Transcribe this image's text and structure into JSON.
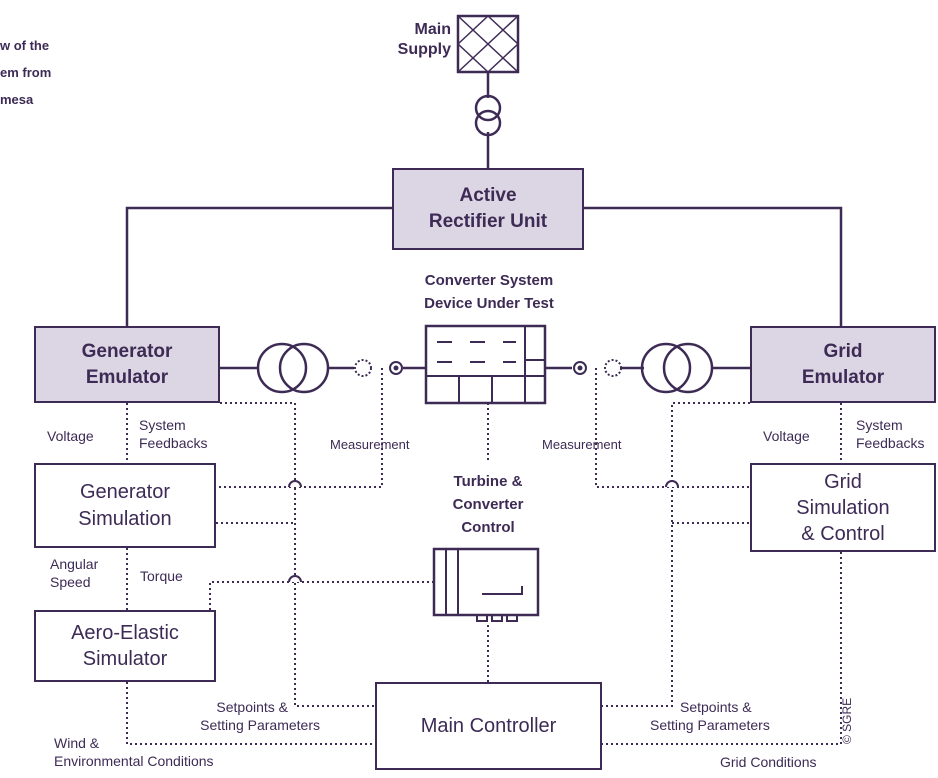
{
  "caption": {
    "line1": "w of the",
    "line2": "em from",
    "line3": "mesa"
  },
  "main_supply": {
    "label_line1": "Main",
    "label_line2": "Supply"
  },
  "active_rectifier": {
    "line1": "Active",
    "line2": "Rectifier Unit"
  },
  "converter_system": {
    "line1": "Converter System",
    "line2": "Device Under Test"
  },
  "generator_emulator": {
    "line1": "Generator",
    "line2": "Emulator"
  },
  "grid_emulator": {
    "line1": "Grid",
    "line2": "Emulator"
  },
  "generator_simulation": {
    "line1": "Generator",
    "line2": "Simulation"
  },
  "grid_simulation": {
    "line1": "Grid",
    "line2": "Simulation",
    "line3": "& Control"
  },
  "aero_elastic": {
    "line1": "Aero-Elastic",
    "line2": "Simulator"
  },
  "turbine_control": {
    "line1": "Turbine &",
    "line2": "Converter",
    "line3": "Control"
  },
  "main_controller": {
    "label": "Main Controller"
  },
  "signals": {
    "voltage_left": "Voltage",
    "system_feedbacks_left_1": "System",
    "system_feedbacks_left_2": "Feedbacks",
    "measurement_left": "Measurement",
    "measurement_right": "Measurement",
    "voltage_right": "Voltage",
    "system_feedbacks_right_1": "System",
    "system_feedbacks_right_2": "Feedbacks",
    "angular_speed_1": "Angular",
    "angular_speed_2": "Speed",
    "torque": "Torque",
    "setpoints_left_1": "Setpoints &",
    "setpoints_left_2": "Setting Parameters",
    "setpoints_right_1": "Setpoints &",
    "setpoints_right_2": "Setting Parameters",
    "wind_1": "Wind &",
    "wind_2": "Environmental Conditions",
    "grid_conditions": "Grid Conditions"
  },
  "copyright": "© SGRE",
  "colors": {
    "line": "#3d2b55",
    "fill": "#dcd6e4"
  }
}
